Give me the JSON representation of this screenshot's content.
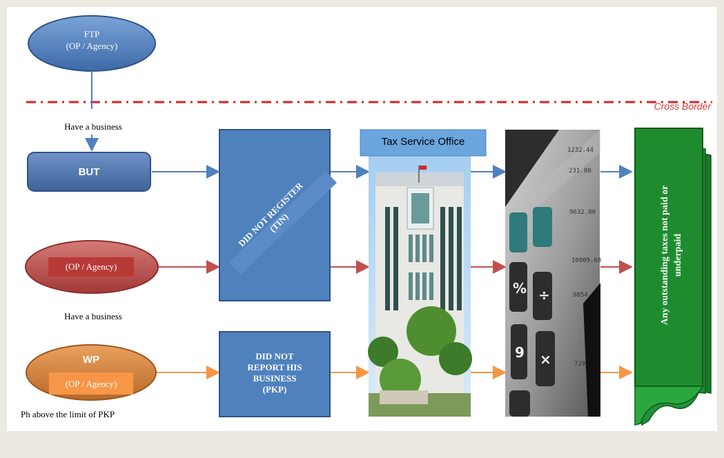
{
  "diagram": {
    "cross_border_label": "Cross Border",
    "ftp": {
      "line1": "FTP",
      "line2": "(OP / Agency)"
    },
    "have_business_top": "Have a business",
    "but_label": "BUT",
    "op_agency_red": "(OP / Agency)",
    "have_business_mid": "Have a business",
    "wp": {
      "title": "WP",
      "subtitle": "(OP / Agency)"
    },
    "ph_label": "Ph above the limit of PKP",
    "did_not_register": {
      "line1": "DID NOT REGISTER",
      "line2": "(TIN)"
    },
    "did_not_report": [
      "DID NOT",
      "REPORT HIS",
      "BUSINESS",
      "(PKP)"
    ],
    "tax_office_label": "Tax Service Office",
    "outcome": {
      "line1": "Any outstanding taxes not paid or",
      "line2": "underpaid"
    },
    "colors": {
      "blue": "#4f81bd",
      "red": "#c0504d",
      "orange": "#f79646",
      "green": "#1e8c2e",
      "dashed": "#e02020"
    }
  }
}
